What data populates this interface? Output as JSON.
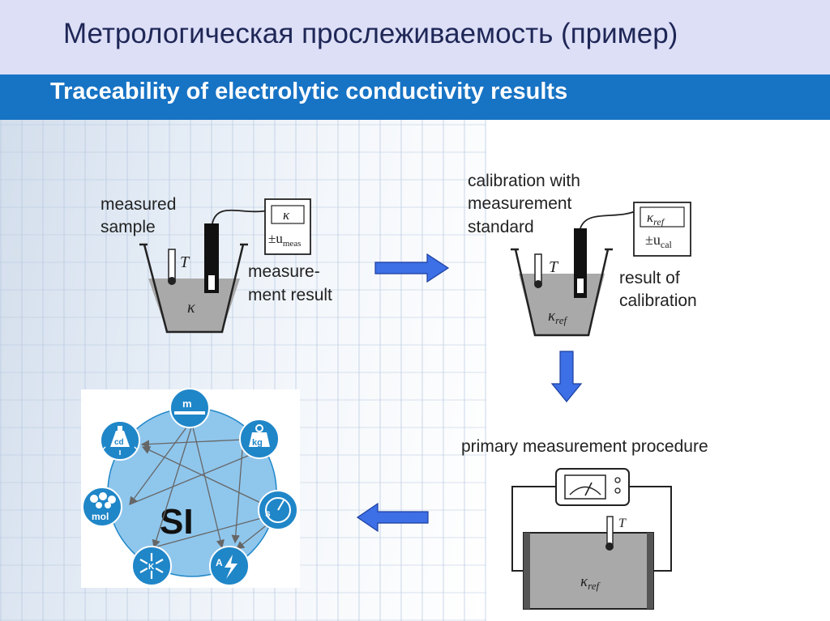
{
  "slide_title": "Метрологическая прослеживаемость (пример)",
  "banner_title": "Traceability of electrolytic conductivity results",
  "step1": {
    "sample_line1": "measured",
    "sample_line2": "sample",
    "result_line1": "measure-",
    "result_line2": "ment result",
    "meter_symbol": "κ",
    "meter_unc": "±u",
    "meter_unc_sub": "meas",
    "temp_symbol": "T",
    "liquid_symbol": "κ"
  },
  "step2": {
    "cal_line1": "calibration with",
    "cal_line2": "measurement",
    "cal_line3": "standard",
    "result_line1": "result of",
    "result_line2": "calibration",
    "meter_symbol": "κ",
    "meter_symbol_sub": "ref",
    "meter_unc": "±u",
    "meter_unc_sub": "cal",
    "temp_symbol": "T",
    "liquid_symbol": "κ",
    "liquid_symbol_sub": "ref"
  },
  "step3": {
    "label": "primary measurement procedure",
    "temp_symbol": "T",
    "cell_symbol": "κ",
    "cell_symbol_sub": "ref"
  },
  "si": {
    "center": "SI",
    "units": [
      {
        "icon": "mass-balance-icon",
        "label": "m"
      },
      {
        "icon": "weight-icon",
        "label": "kg"
      },
      {
        "icon": "clock-icon",
        "label": "s"
      },
      {
        "icon": "current-icon",
        "label": "A"
      },
      {
        "icon": "snowflake-icon",
        "label": "K"
      },
      {
        "icon": "molecule-icon",
        "label": "mol"
      },
      {
        "icon": "lamp-icon",
        "label": "cd"
      }
    ]
  },
  "colors": {
    "title_bg": "#dcdff6",
    "title_text": "#1f2757",
    "banner_bg": "#1773c4",
    "arrow_blue": "#3d6fe6",
    "liquid_gray": "#a9a9a9",
    "si_circle": "#8fc6ec",
    "si_icon": "#1f86c8"
  }
}
